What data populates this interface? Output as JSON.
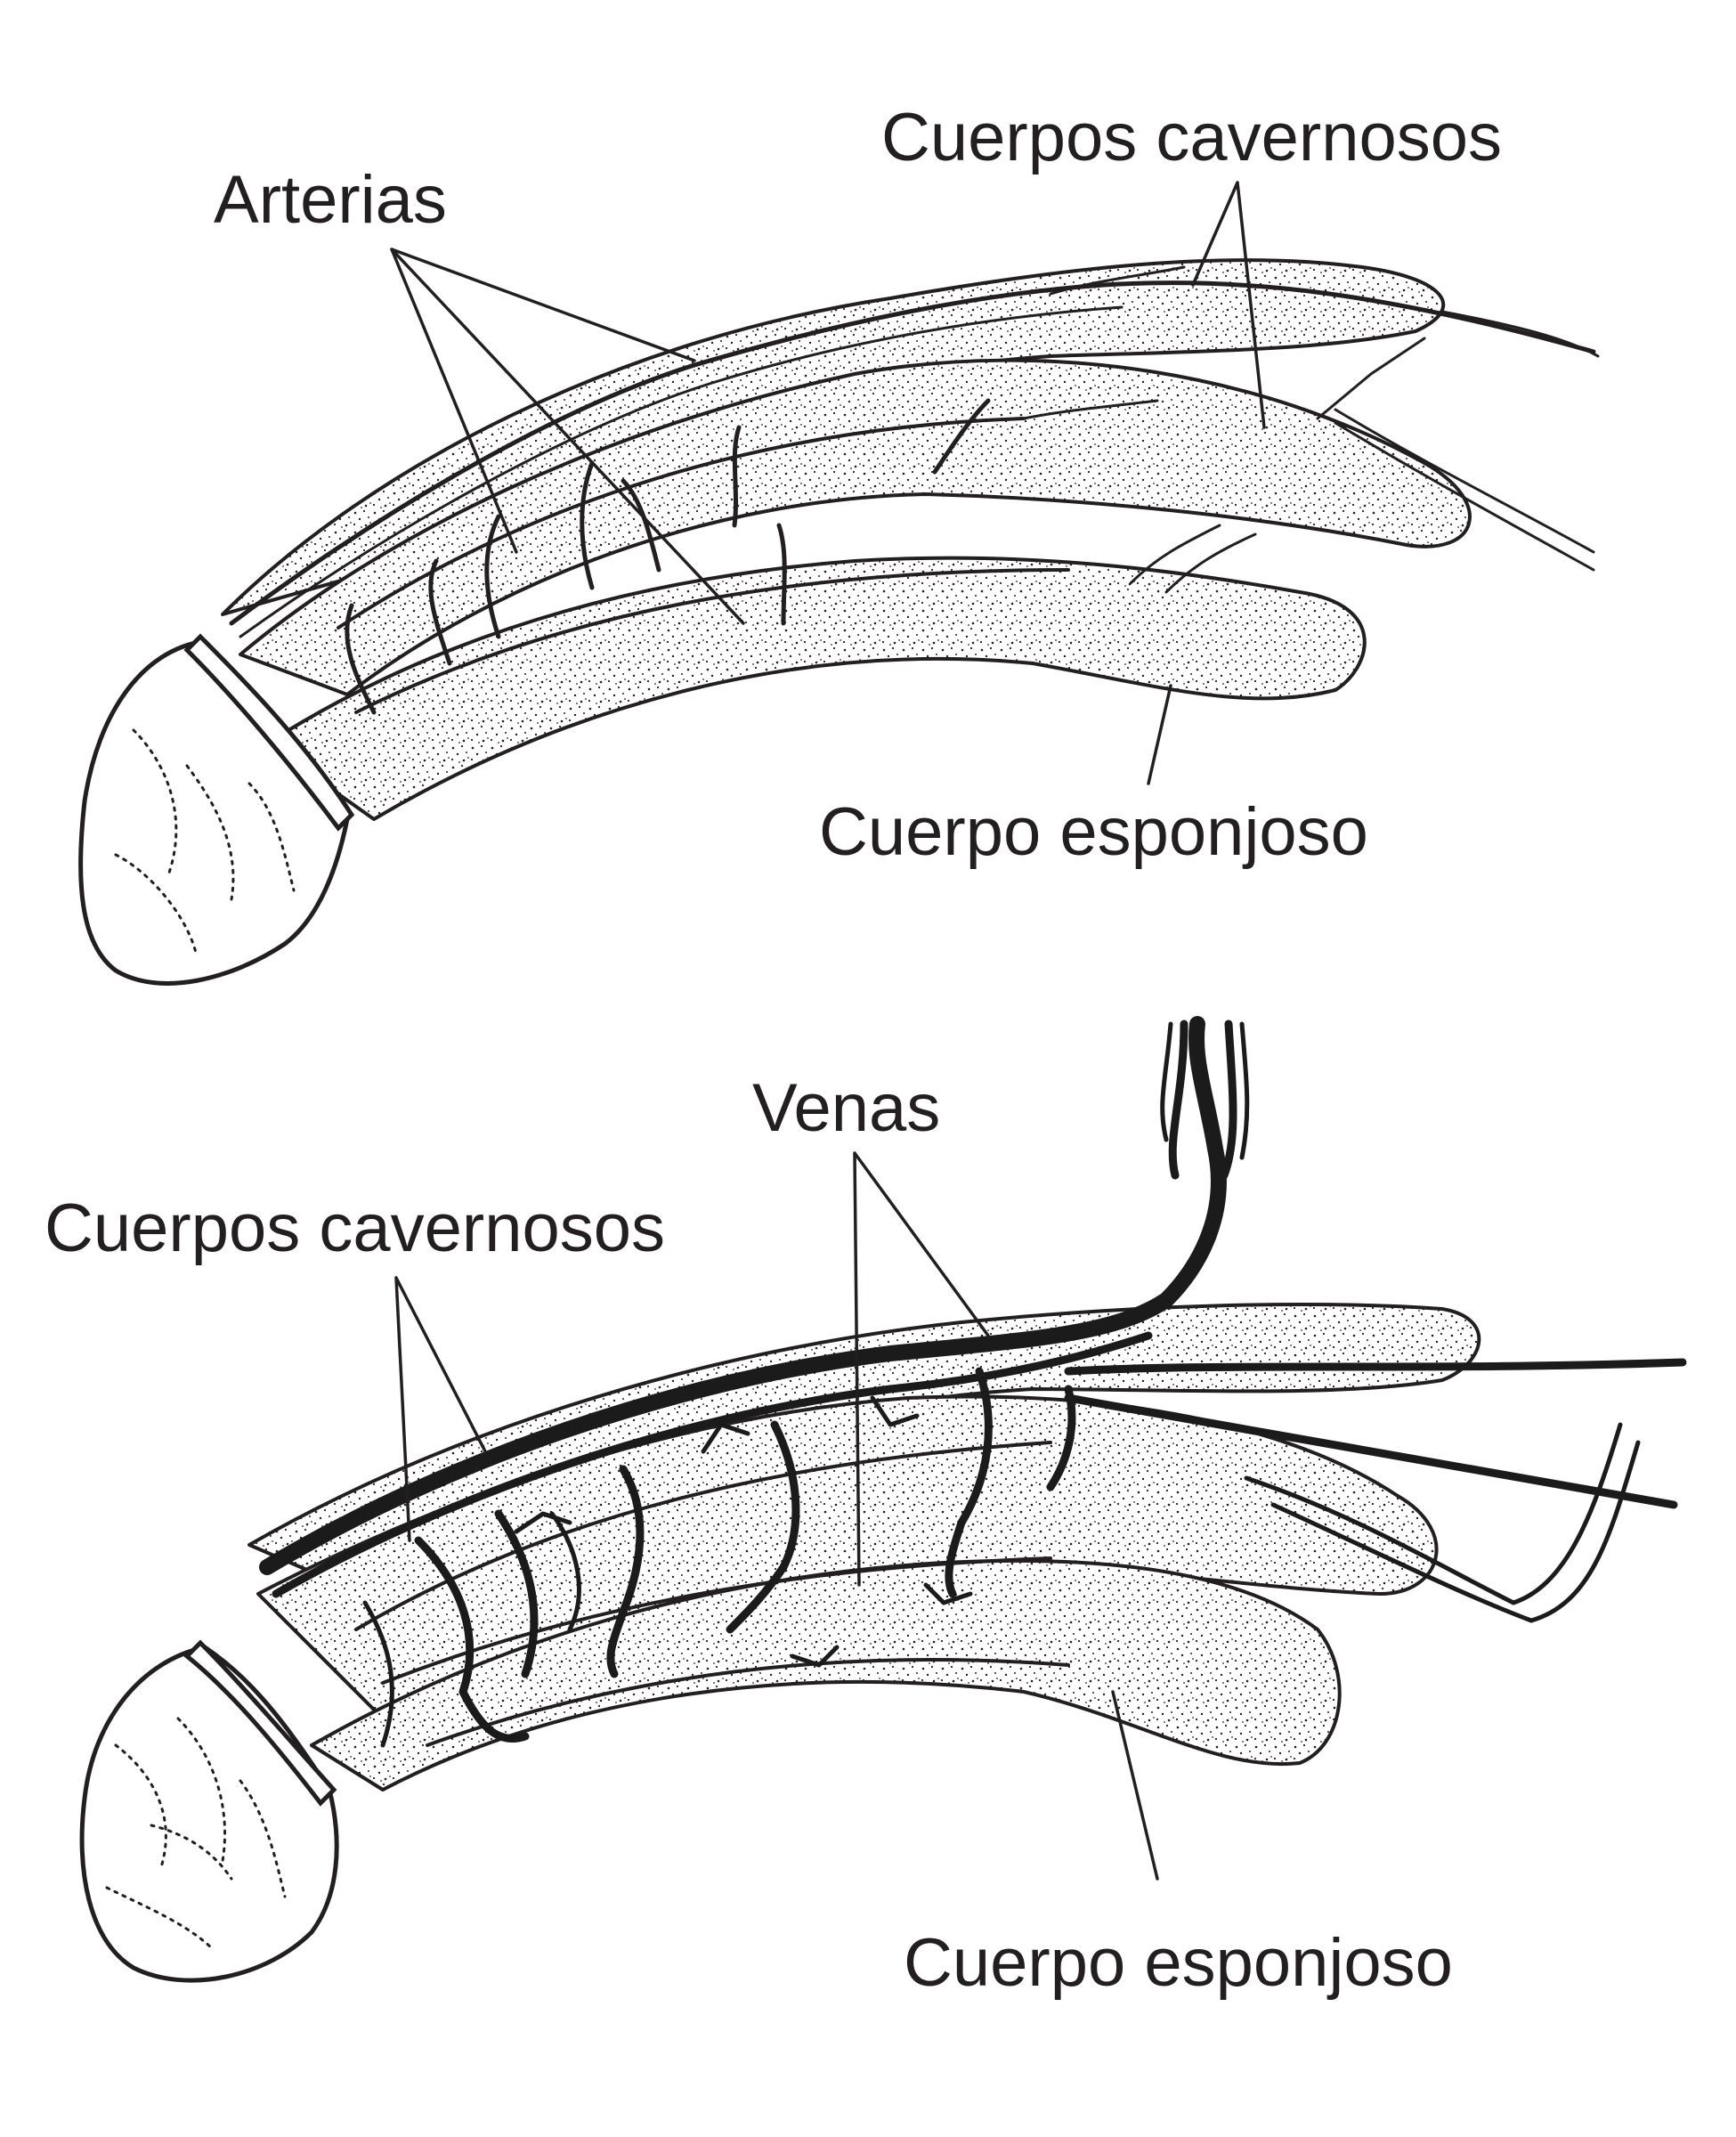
{
  "top_figure": {
    "labels": {
      "arteries": "Arterias",
      "corpora_cavernosa": "Cuerpos cavernosos",
      "corpus_spongiosum": "Cuerpo esponjoso"
    }
  },
  "bottom_figure": {
    "labels": {
      "veins": "Venas",
      "corpora_cavernosa": "Cuerpos cavernosos",
      "corpus_spongiosum": "Cuerpo esponjoso"
    }
  }
}
